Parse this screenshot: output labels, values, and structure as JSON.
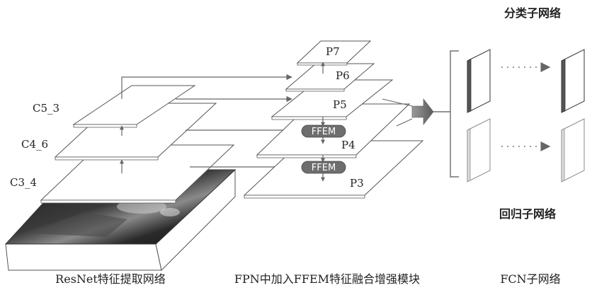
{
  "colors": {
    "plane_fill": "#ffffff",
    "plane_stroke": "#555555",
    "arrow": "#666666",
    "ffem_fill": "#6e6e6e",
    "big_arrow": "#777777",
    "dotted_arrow": "#9a9a9a"
  },
  "backbone": {
    "levels": [
      "C5_3",
      "C4_6",
      "C3_4"
    ],
    "caption": "ResNet特征提取网络"
  },
  "fpn": {
    "levels": [
      "P7",
      "P6",
      "P5",
      "P4",
      "P3"
    ],
    "module_labels": [
      "FFEM",
      "FFEM"
    ],
    "caption": "FPN中加入FFEM特征融合增强模块"
  },
  "fcn": {
    "top_title": "分类子网络",
    "bottom_title": "回归子网络",
    "caption": "FCN子网络"
  }
}
